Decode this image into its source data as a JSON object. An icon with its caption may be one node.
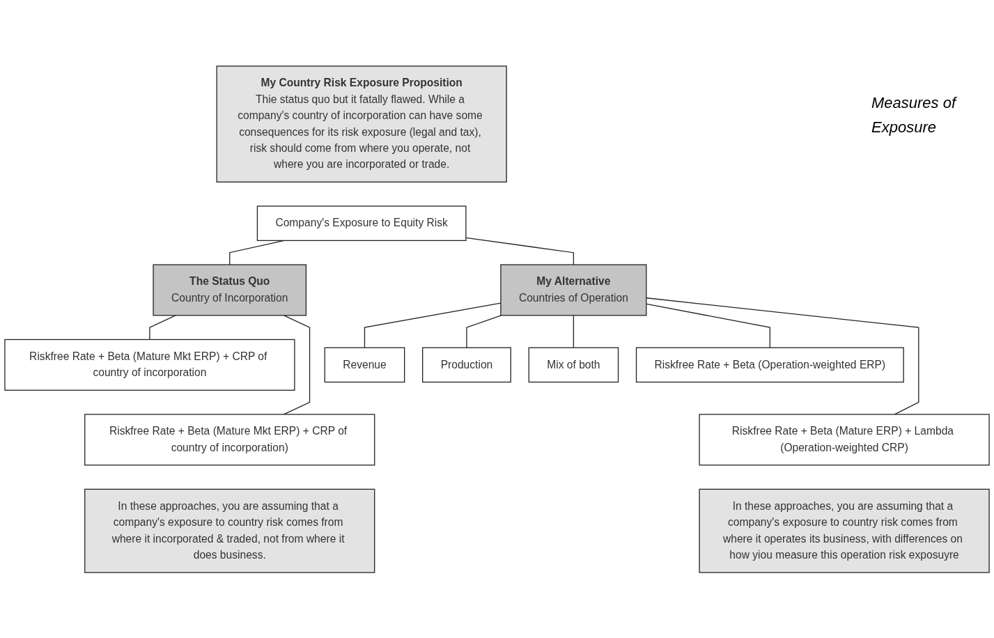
{
  "diagram": {
    "nodes": [
      {
        "text": [
          "My Country Risk Exposure Proposition",
          "Thie status quo but it fatally flawed. While a company's country of incorporation can have some consequences for its risk exposure (legal and tax), risk should come from where you operate, not where you are incorporated or trade."
        ]
      },
      {
        "text": [
          "Company's Exposure to Equity Risk"
        ]
      },
      {
        "text": [
          "The Status Quo",
          "Country of Incorporation"
        ]
      },
      {
        "text": [
          "My Alternative",
          "Countries of Operation"
        ]
      },
      {
        "text": [
          "Revenue"
        ]
      },
      {
        "text": [
          "Production"
        ]
      },
      {
        "text": [
          "Mix of both"
        ]
      },
      {
        "text": [
          "Riskfree Rate + Beta (Mature Mkt ERP) + CRP of country of incorporation"
        ]
      },
      {
        "text": [
          "Riskfree Rate + Beta (Mature Mkt ERP) + CRP of country of incorporation)"
        ]
      },
      {
        "text": [
          "Riskfree Rate + Beta (Operation-weighted ERP)"
        ]
      },
      {
        "text": [
          "Riskfree Rate + Beta (Mature ERP) + Lambda (Operation-weighted CRP)"
        ]
      },
      {
        "text": [
          "In these approaches, you are assuming that a company's exposure to country risk comes from where it incorporated & traded, not from where it does business."
        ]
      },
      {
        "text": [
          "In these approaches, you are assuming that a company's exposure to country risk comes from where it operates its business, with differences on how yiou measure this operation risk exposuyre"
        ]
      }
    ],
    "edges": [
      {
        "from": 1,
        "to": 2,
        "arrow": "none"
      },
      {
        "from": 1,
        "to": 3,
        "arrow": "none"
      },
      {
        "from": 3,
        "to": 4,
        "arrow": "none"
      },
      {
        "from": 3,
        "to": 5,
        "arrow": "none"
      },
      {
        "from": 3,
        "to": 6,
        "arrow": "none"
      },
      {
        "from": 2,
        "to": 7,
        "arrow": "none"
      },
      {
        "from": 2,
        "to": 8,
        "arrow": "none"
      },
      {
        "from": 3,
        "to": 9,
        "arrow": "none"
      },
      {
        "from": 3,
        "to": 10,
        "arrow": "none"
      }
    ],
    "labels": [
      "Measures of Exposure"
    ]
  }
}
